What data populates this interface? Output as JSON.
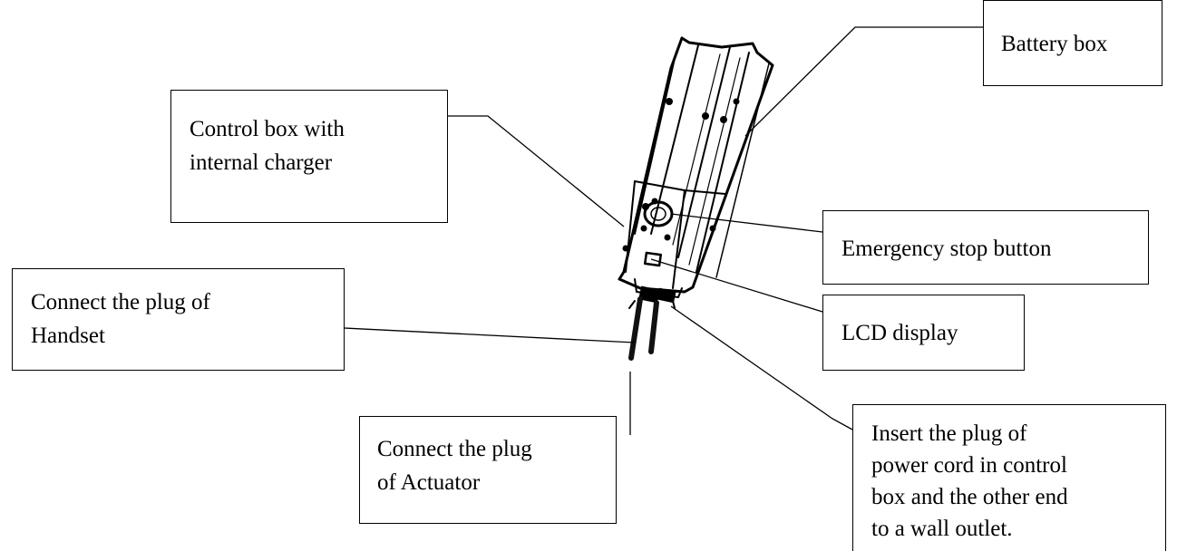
{
  "callouts": {
    "battery_box": {
      "lines": [
        "Battery box"
      ]
    },
    "control_box": {
      "lines": [
        "Control box with",
        "internal charger"
      ]
    },
    "emergency_stop": {
      "lines": [
        "Emergency stop button"
      ]
    },
    "handset_plug": {
      "lines": [
        "Connect the plug of",
        "Handset"
      ]
    },
    "lcd_display": {
      "lines": [
        "LCD display"
      ]
    },
    "actuator_plug": {
      "lines": [
        "Connect the plug",
        "of Actuator"
      ]
    },
    "power_cord": {
      "lines": [
        "Insert the plug of",
        "power cord in control",
        "box and the other end",
        "to a wall outlet."
      ]
    }
  }
}
